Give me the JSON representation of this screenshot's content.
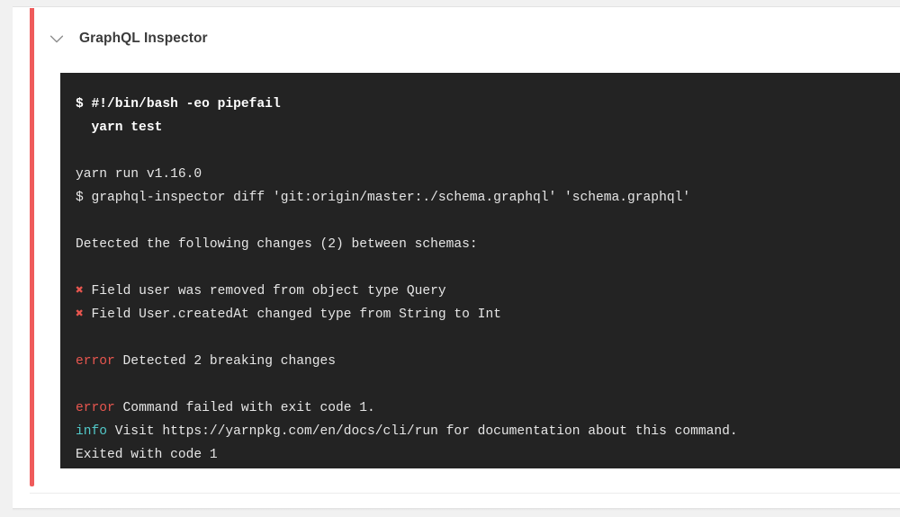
{
  "colors": {
    "page_background": "#f1f1f1",
    "card_background": "#ffffff",
    "status_bar": "#ef5b5b",
    "console_background": "#232323",
    "console_text": "#e6e6e6",
    "error_accent": "#e8564f",
    "info_accent": "#52c8c8",
    "title_text": "#3b3b3b"
  },
  "step": {
    "title": "GraphQL Inspector",
    "collapse_icon": "chevron-down-icon",
    "status": "failed"
  },
  "console": {
    "lines": [
      {
        "id": "l01",
        "style": "cmd",
        "text": "$ #!/bin/bash -eo pipefail"
      },
      {
        "id": "l02",
        "style": "cmd",
        "text": "  yarn test"
      },
      {
        "id": "l03",
        "style": "blank",
        "text": " "
      },
      {
        "id": "l04",
        "style": "plain",
        "text": "yarn run v1.16.0"
      },
      {
        "id": "l05",
        "style": "plain",
        "text": "$ graphql-inspector diff 'git:origin/master:./schema.graphql' 'schema.graphql'"
      },
      {
        "id": "l06",
        "style": "blank",
        "text": " "
      },
      {
        "id": "l07",
        "style": "plain",
        "text": "Detected the following changes (2) between schemas:"
      },
      {
        "id": "l08",
        "style": "blank",
        "text": " "
      },
      {
        "id": "l09",
        "style": "cross",
        "prefix": "✖",
        "text": " Field user was removed from object type Query"
      },
      {
        "id": "l10",
        "style": "cross",
        "prefix": "✖",
        "text": " Field User.createdAt changed type from String to Int"
      },
      {
        "id": "l11",
        "style": "blank",
        "text": " "
      },
      {
        "id": "l12",
        "style": "error",
        "prefix": "error",
        "text": " Detected 2 breaking changes"
      },
      {
        "id": "l13",
        "style": "blank",
        "text": " "
      },
      {
        "id": "l14",
        "style": "error",
        "prefix": "error",
        "text": " Command failed with exit code 1."
      },
      {
        "id": "l15",
        "style": "info",
        "prefix": "info",
        "text": " Visit https://yarnpkg.com/en/docs/cli/run for documentation about this command."
      },
      {
        "id": "l16",
        "style": "plain",
        "text": "Exited with code 1"
      }
    ]
  }
}
